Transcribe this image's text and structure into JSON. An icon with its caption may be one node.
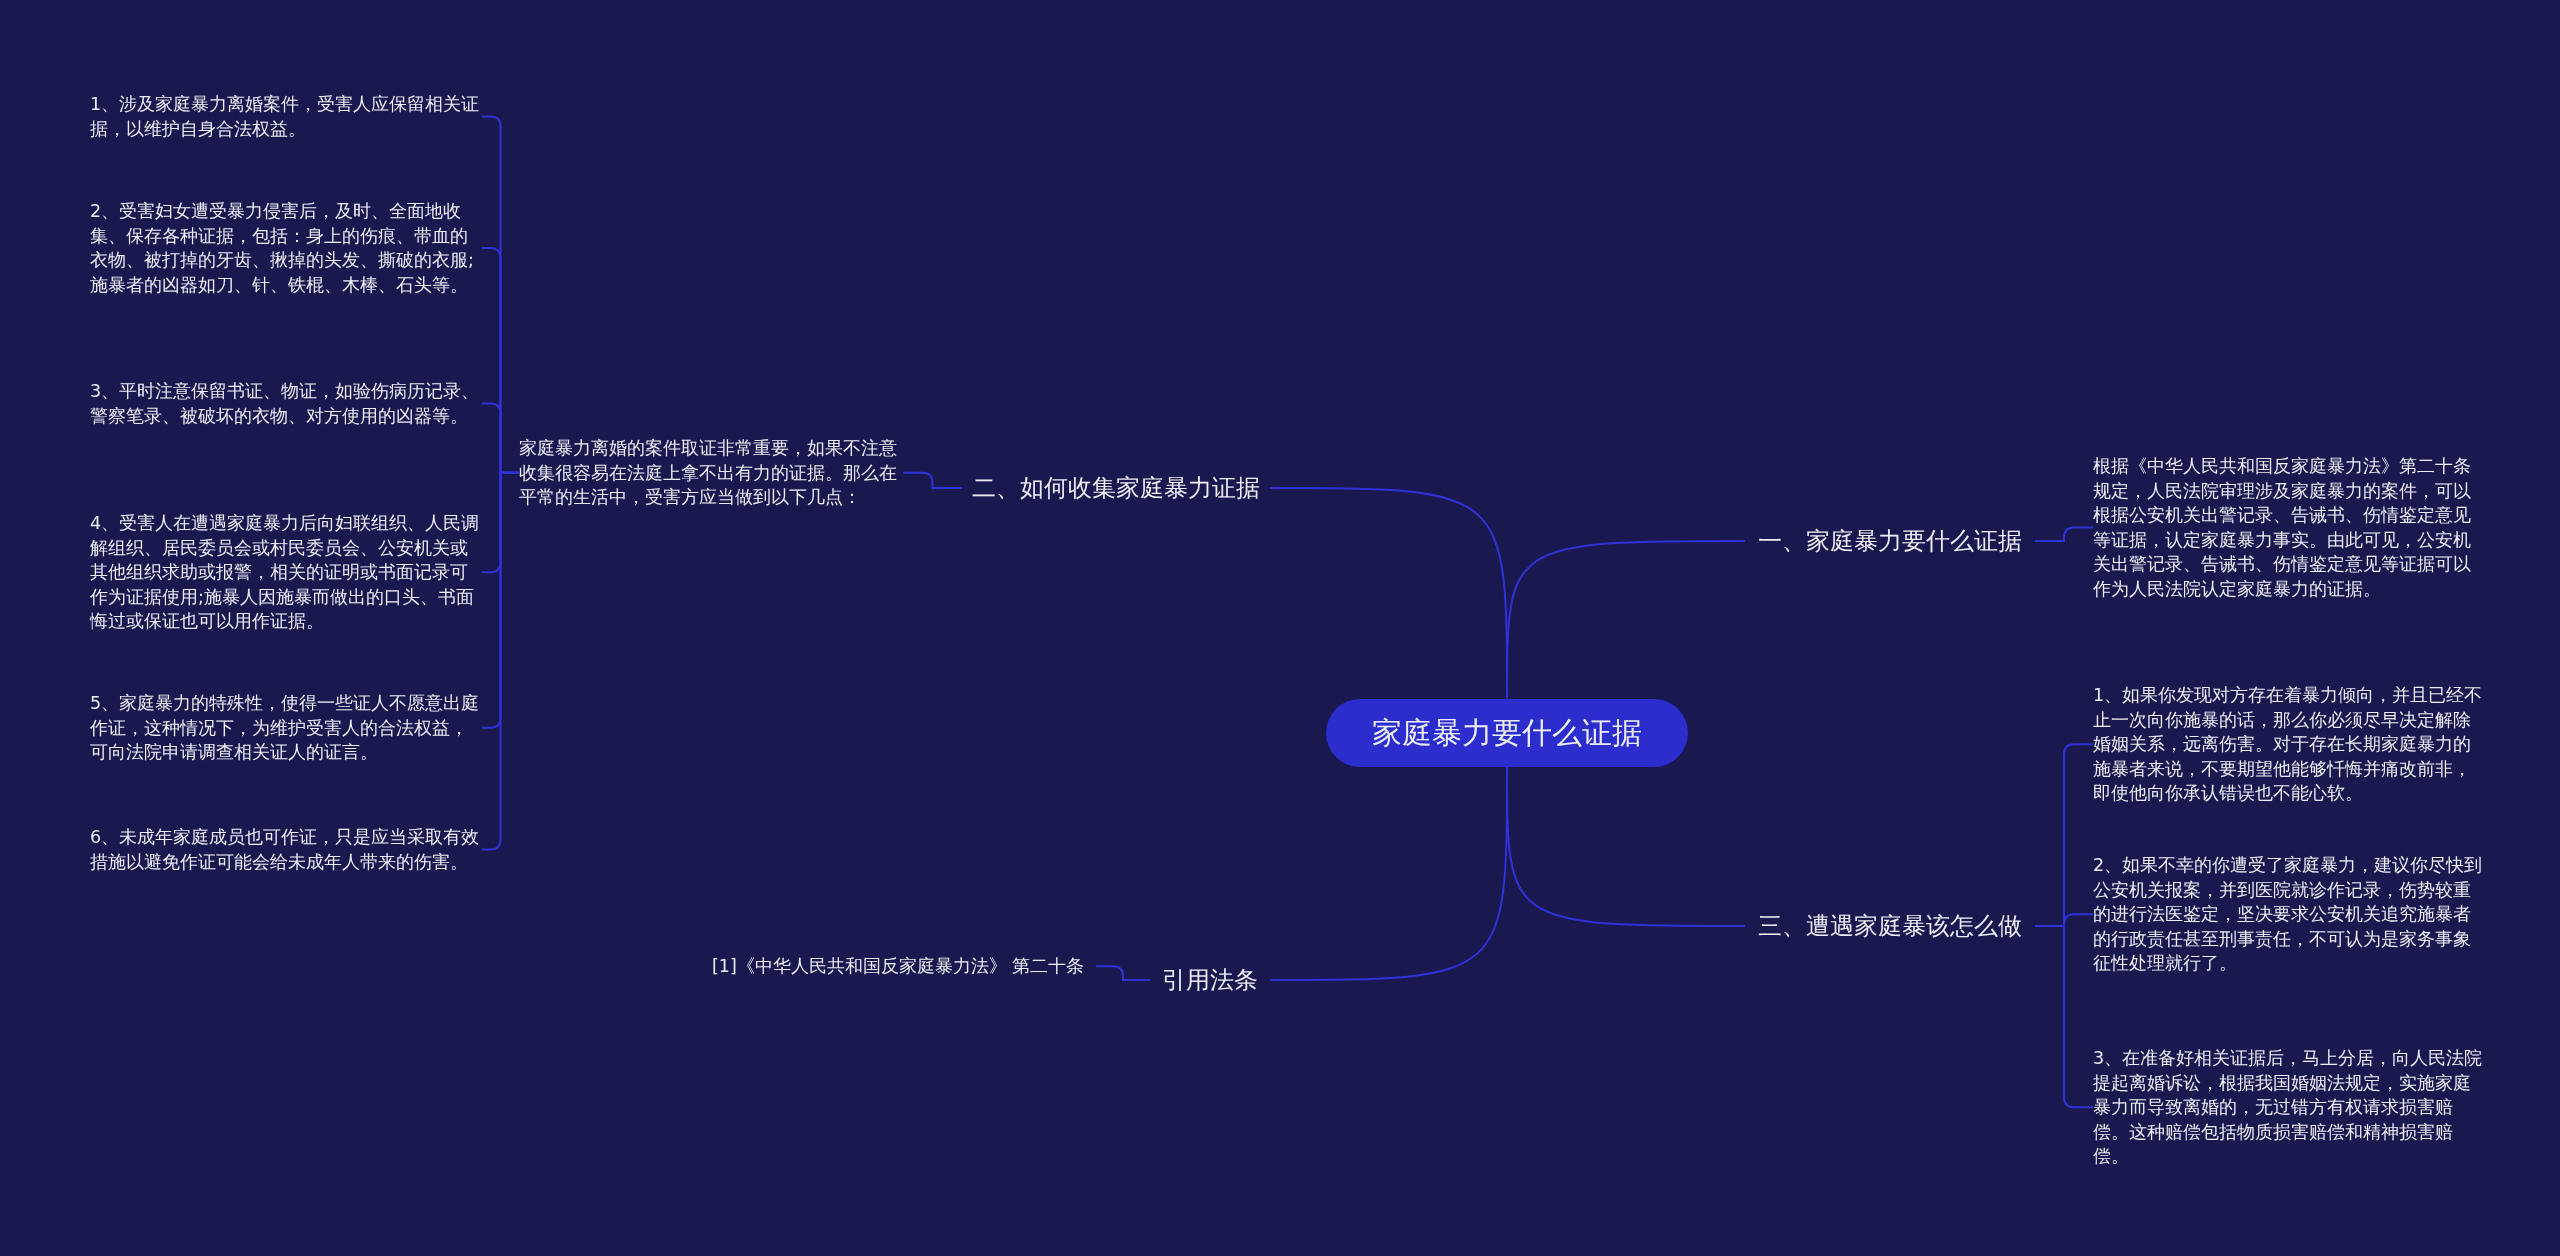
{
  "diagram": {
    "nodes": [
      {
        "text": [
          "家庭暴力要什么证据"
        ]
      },
      {
        "text": [
          "二、如何收集家庭暴力证据"
        ]
      },
      {
        "text": [
          "家庭暴力离婚的案件取证非常重要，如果不注意收集很容易在法庭上拿不出有力的证据。那么在平常的生活中，受害方应当做到以下几点："
        ]
      },
      {
        "text": [
          "1、涉及家庭暴力离婚案件，受害人应保留相关证据，以维护自身合法权益。"
        ]
      },
      {
        "text": [
          "2、受害妇女遭受暴力侵害后，及时、全面地收集、保存各种证据，包括：身上的伤痕、带血的衣物、被打掉的牙齿、揪掉的头发、撕破的衣服;施暴者的凶器如刀、针、铁棍、木棒、石头等。"
        ]
      },
      {
        "text": [
          "3、平时注意保留书证、物证，如验伤病历记录、警察笔录、被破坏的衣物、对方使用的凶器等。"
        ]
      },
      {
        "text": [
          "4、受害人在遭遇家庭暴力后向妇联组织、人民调解组织、居民委员会或村民委员会、公安机关或其他组织求助或报警，相关的证明或书面记录可作为证据使用;施暴人因施暴而做出的口头、书面悔过或保证也可以用作证据。"
        ]
      },
      {
        "text": [
          "5、家庭暴力的特殊性，使得一些证人不愿意出庭作证，这种情况下，为维护受害人的合法权益，可向法院申请调查相关证人的证言。"
        ]
      },
      {
        "text": [
          "6、未成年家庭成员也可作证，只是应当采取有效措施以避免作证可能会给未成年人带来的伤害。"
        ]
      },
      {
        "text": [
          "一、家庭暴力要什么证据"
        ]
      },
      {
        "text": [
          "根据《中华人民共和国反家庭暴力法》第二十条规定，人民法院审理涉及家庭暴力的案件，可以根据公安机关出警记录、告诫书、伤情鉴定意见等证据，认定家庭暴力事实。由此可见，公安机关出警记录、告诫书、伤情鉴定意见等证据可以作为人民法院认定家庭暴力的证据。"
        ]
      },
      {
        "text": [
          "三、遭遇家庭暴该怎么做"
        ]
      },
      {
        "text": [
          "1、如果你发现对方存在着暴力倾向，并且已经不止一次向你施暴的话，那么你必须尽早决定解除婚姻关系，远离伤害。对于存在长期家庭暴力的施暴者来说，不要期望他能够忏悔并痛改前非，即使他向你承认错误也不能心软。"
        ]
      },
      {
        "text": [
          "2、如果不幸的你遭受了家庭暴力，建议你尽快到公安机关报案，并到医院就诊作记录，伤势较重的进行法医鉴定，坚决要求公安机关追究施暴者的行政责任甚至刑事责任，不可认为是家务事象征性处理就行了。"
        ]
      },
      {
        "text": [
          "3、在准备好相关证据后，马上分居，向人民法院提起离婚诉讼，根据我国婚姻法规定，实施家庭暴力而导致离婚的，无过错方有权请求损害赔偿。这种赔偿包括物质损害赔偿和精神损害赔偿。"
        ]
      },
      {
        "text": [
          "引用法条"
        ]
      },
      {
        "text": [
          "[1]《中华人民共和国反家庭暴力法》 第二十条"
        ]
      }
    ],
    "edges": [
      {
        "from": 0,
        "to": 1,
        "arrow": "none"
      },
      {
        "from": 1,
        "to": 2,
        "arrow": "none"
      },
      {
        "from": 2,
        "to": 3,
        "arrow": "none"
      },
      {
        "from": 2,
        "to": 4,
        "arrow": "none"
      },
      {
        "from": 2,
        "to": 5,
        "arrow": "none"
      },
      {
        "from": 2,
        "to": 6,
        "arrow": "none"
      },
      {
        "from": 2,
        "to": 7,
        "arrow": "none"
      },
      {
        "from": 2,
        "to": 8,
        "arrow": "none"
      },
      {
        "from": 0,
        "to": 9,
        "arrow": "none"
      },
      {
        "from": 9,
        "to": 10,
        "arrow": "none"
      },
      {
        "from": 0,
        "to": 11,
        "arrow": "none"
      },
      {
        "from": 11,
        "to": 12,
        "arrow": "none"
      },
      {
        "from": 11,
        "to": 13,
        "arrow": "none"
      },
      {
        "from": 11,
        "to": 14,
        "arrow": "none"
      },
      {
        "from": 0,
        "to": 15,
        "arrow": "none"
      },
      {
        "from": 15,
        "to": 16,
        "arrow": "none"
      }
    ]
  }
}
